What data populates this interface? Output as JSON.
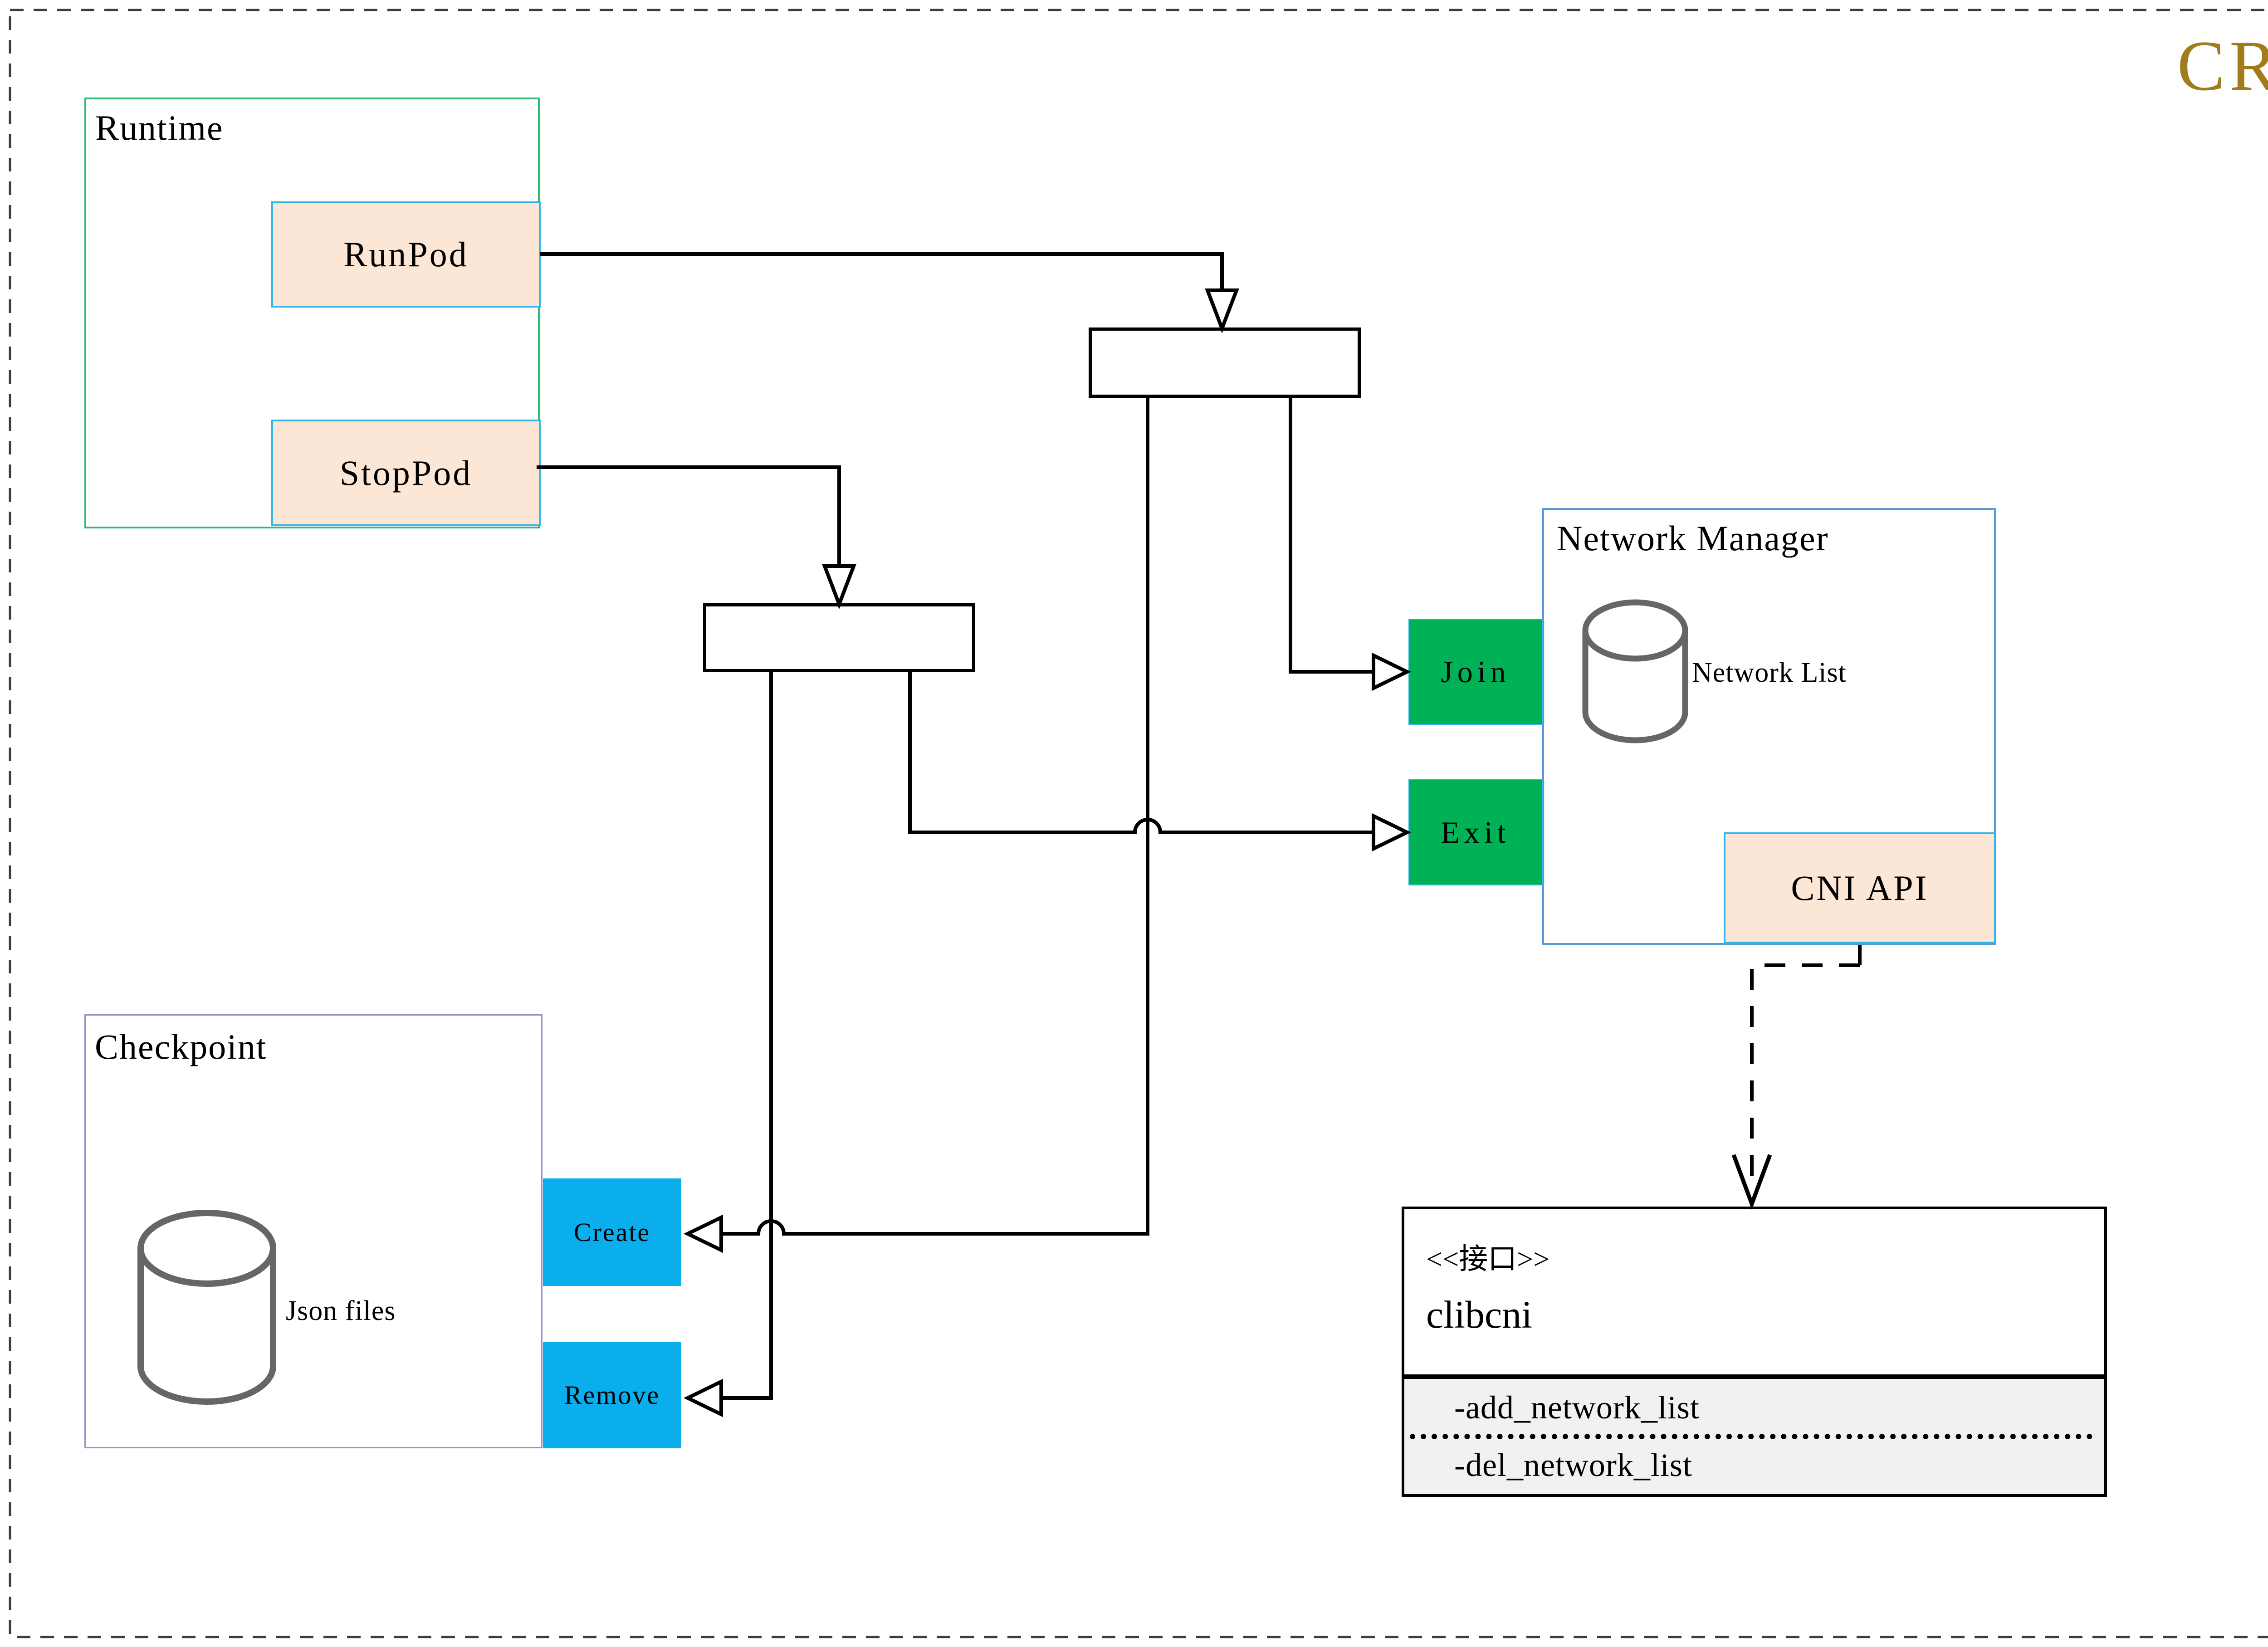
{
  "diagram_title": "CRI",
  "colors": {
    "title_gold": "#a07c1a",
    "runtime_border_green": "#2fbd71",
    "checkpoint_border_purple": "#9c8ec9",
    "network_manager_border_blue": "#5b9bd5",
    "method_box_fill_peach": "#fce6d6",
    "method_box_border_cyan": "#35b4ea",
    "action_green": "#00b156",
    "action_blue": "#0baeec",
    "interface_section_gray": "#f1f1f1",
    "cylinder_gray": "#666666",
    "connector_black": "#000000",
    "outer_dashed_border": "#3c3c3c"
  },
  "icons": {
    "json_files": "database-cylinder",
    "network_list": "database-cylinder"
  },
  "runtime": {
    "title": "Runtime",
    "methods": [
      {
        "label": "RunPod"
      },
      {
        "label": "StopPod"
      }
    ]
  },
  "checkpoint": {
    "title": "Checkpoint",
    "store_label": "Json files",
    "actions": [
      {
        "label": "Create"
      },
      {
        "label": "Remove"
      }
    ]
  },
  "network_manager": {
    "title": "Network Manager",
    "store_label": "Network List",
    "actions": [
      {
        "label": "Join"
      },
      {
        "label": "Exit"
      }
    ],
    "api_label": "CNI API"
  },
  "interface_class": {
    "stereotype": "<<接口>>",
    "name": "clibcni",
    "methods": [
      "-add_network_list",
      "-del_network_list"
    ]
  }
}
